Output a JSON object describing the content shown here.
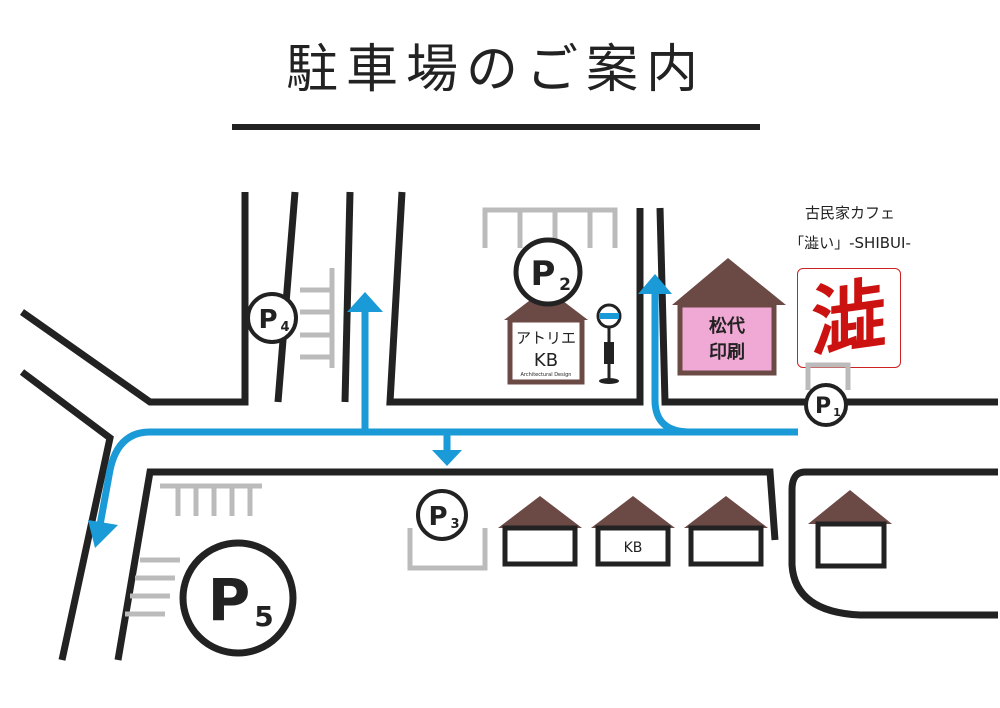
{
  "title": "駐車場のご案内",
  "parking": {
    "p1": {
      "letter": "P",
      "sub": "1"
    },
    "p2": {
      "letter": "P",
      "sub": "2"
    },
    "p3": {
      "letter": "P",
      "sub": "3"
    },
    "p4": {
      "letter": "P",
      "sub": "4"
    },
    "p5": {
      "letter": "P",
      "sub": "5"
    }
  },
  "buildings": {
    "atelier": {
      "label": "アトリエ",
      "logo": "KB",
      "logo_sub": "Architectural Design"
    },
    "print_shop": {
      "line1": "松代",
      "line2": "印刷"
    },
    "house_logo": {
      "logo": "KB"
    }
  },
  "cafe": {
    "line1": "古民家カフェ",
    "line2": "「澁い」-SHIBUI-",
    "stamp_char": "澁"
  },
  "icons": [
    "bus-stop-icon",
    "route-arrow-icon"
  ],
  "colors": {
    "road": "#222222",
    "route": "#1a9ad6",
    "roof": "#6b4a46",
    "print_shop_fill": "#f0a8d4",
    "stall_lines": "#bbbbbb",
    "stamp": "#cc1111"
  }
}
